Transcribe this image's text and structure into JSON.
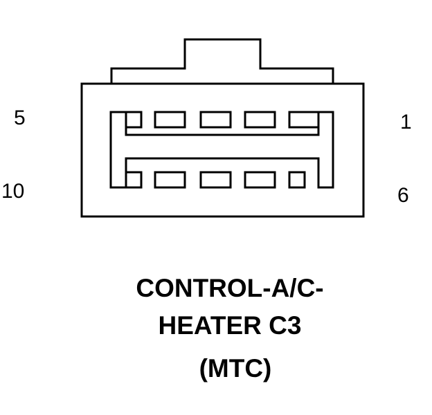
{
  "connector": {
    "pin_labels": {
      "top_left": "5",
      "top_right": "1",
      "bottom_left": "10",
      "bottom_right": "6"
    },
    "pins_per_row": 5,
    "rows": 2
  },
  "caption": {
    "line1": "CONTROL-A/C-",
    "line2": "HEATER C3",
    "line3": "(MTC)"
  },
  "colors": {
    "stroke": "#000000",
    "background": "#ffffff"
  }
}
